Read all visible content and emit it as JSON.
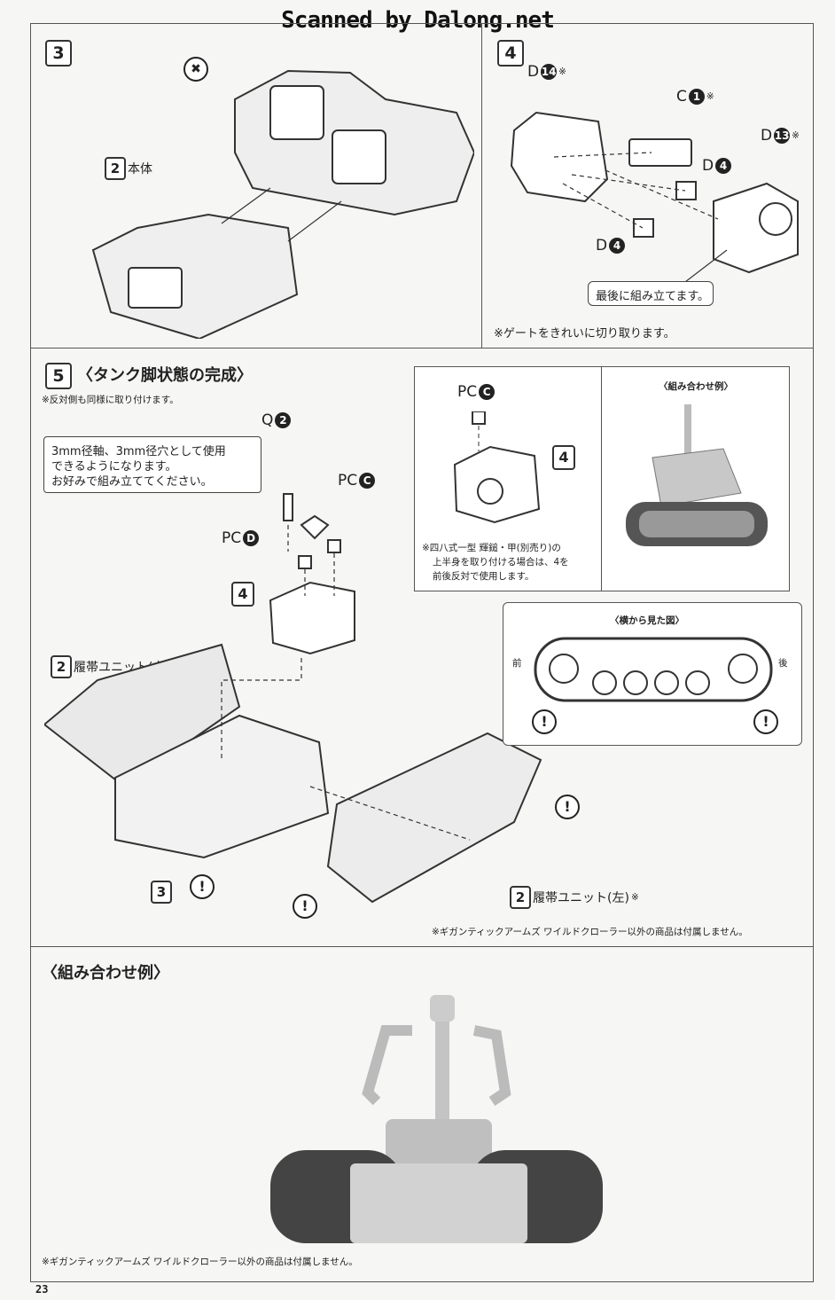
{
  "watermark": "Scanned by Dalong.net",
  "page_number": "23",
  "step3": {
    "number": "3",
    "x_icon": "✖",
    "ref": "2",
    "label": "本体"
  },
  "step4": {
    "number": "4",
    "d14": {
      "letter": "D",
      "num": "14",
      "mark": "※"
    },
    "c1": {
      "letter": "C",
      "num": "1",
      "mark": "※"
    },
    "d13": {
      "letter": "D",
      "num": "13",
      "mark": "※"
    },
    "d4": {
      "letter": "D",
      "num": "4"
    },
    "callout": "最後に組み立てます。",
    "note": "※ゲートをきれいに切り取ります。"
  },
  "step5": {
    "number": "5",
    "title": "〈タンク脚状態の完成〉",
    "note": "※反対側も同様に取り付けます。",
    "q2": {
      "letter": "Q",
      "num": "2"
    },
    "pcc": {
      "letter": "PC",
      "num": "C"
    },
    "pcd": {
      "letter": "PC",
      "num": "D"
    },
    "callout_lines": [
      "3mm径軸、3mm径穴として使用",
      "できるようになります。",
      "お好みで組み立ててください。"
    ],
    "ref4": "4",
    "ref3": "3",
    "caution": "!",
    "track_right": {
      "ref": "2",
      "label": "履帯ユニット(右)"
    },
    "track_left": {
      "ref": "2",
      "label": "履帯ユニット(左)",
      "mark": "※"
    },
    "footnote": "※ギガンティックアームズ ワイルドクローラー以外の商品は付属しません。",
    "alt_note": [
      "※四八式一型 輝鎚・甲(別売り)の",
      "上半身を取り付ける場合は、4を",
      "前後反対で使用します。"
    ],
    "example_label": "〈組み合わせ例〉",
    "side_view": {
      "heading": "〈横から見た図〉",
      "front": "前",
      "rear": "後"
    }
  },
  "example": {
    "title": "〈組み合わせ例〉",
    "footnote": "※ギガンティックアームズ ワイルドクローラー以外の商品は付属しません。"
  }
}
